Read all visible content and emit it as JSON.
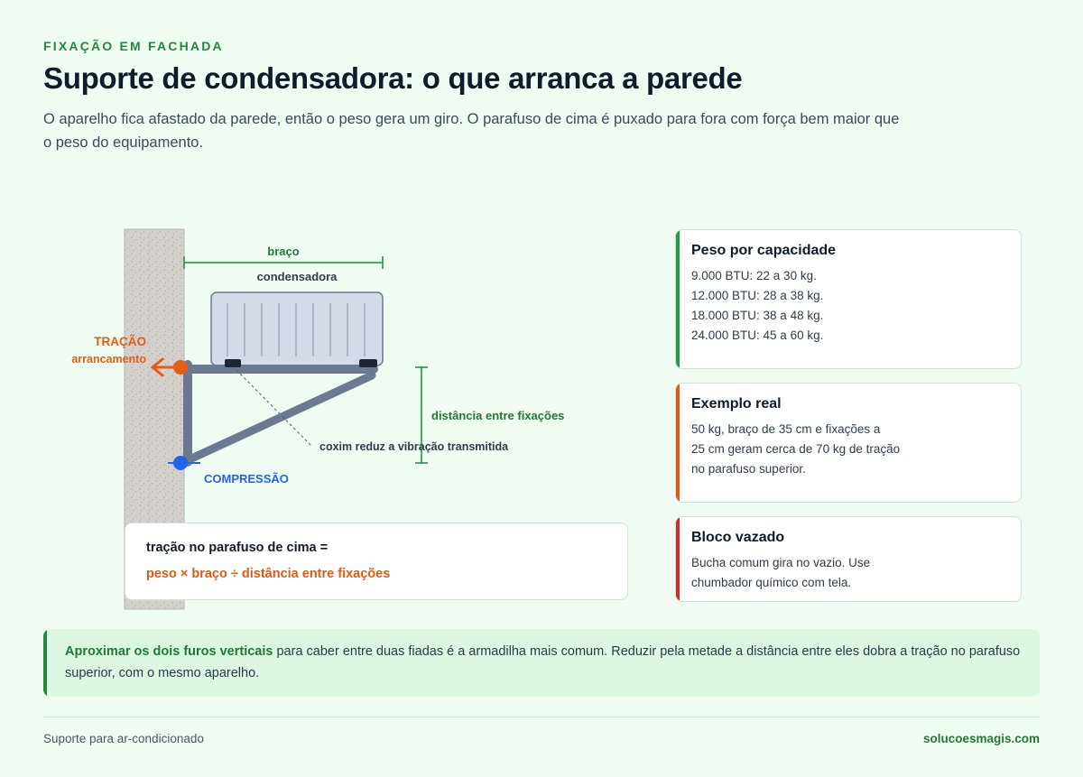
{
  "header": {
    "eyebrow": "FIXAÇÃO EM FACHADA",
    "title": "Suporte de condensadora: o que arranca a parede",
    "subtitle": "O aparelho fica afastado da parede, então o peso gera um giro. O parafuso de cima é puxado para fora com força bem maior que o peso do equipamento."
  },
  "diagram": {
    "arm_label": "braço",
    "unit_label": "condensadora",
    "distance_label": "distância entre fixações",
    "cushion_label": "coxim reduz a vibração transmitida",
    "tension_label": "TRAÇÃO",
    "tension_sub": "arrancamento",
    "compression_label": "COMPRESSÃO",
    "colors": {
      "tension": "#e55d12",
      "compression": "#2563eb",
      "bracket": "#6b7a90",
      "wall": "#d4d1cd",
      "unit": "#d3dbe6",
      "dimension": "#1f8a3c"
    },
    "icons": [
      "arrow-left-icon"
    ]
  },
  "formula": {
    "label": "tração no parafuso de cima =",
    "expression": "peso × braço ÷ distância entre fixações"
  },
  "cards": [
    {
      "title": "Peso por capacidade",
      "accent": "#1f9a46",
      "lines": [
        "9.000 BTU: 22 a 30 kg.",
        "12.000 BTU: 28 a 38 kg.",
        "18.000 BTU: 38 a 48 kg.",
        "24.000 BTU: 45 a 60 kg."
      ]
    },
    {
      "title": "Exemplo real",
      "accent": "#e05a10",
      "lines": [
        "50 kg, braço de 35 cm e fixações a",
        "25 cm geram cerca de 70 kg de tração",
        "no parafuso superior."
      ]
    },
    {
      "title": "Bloco vazado",
      "accent": "#d42b2b",
      "lines": [
        "Bucha comum gira no vazio. Use",
        "chumbador químico com tela."
      ]
    }
  ],
  "callout": {
    "strong": "Aproximar os dois furos verticais",
    "text": " para caber entre duas fiadas é a armadilha mais comum. Reduzir pela metade a distância entre eles dobra a tração no parafuso superior, com o mesmo aparelho."
  },
  "footer": {
    "left": "Suporte para ar-condicionado",
    "right": "solucoesmagis.com"
  }
}
